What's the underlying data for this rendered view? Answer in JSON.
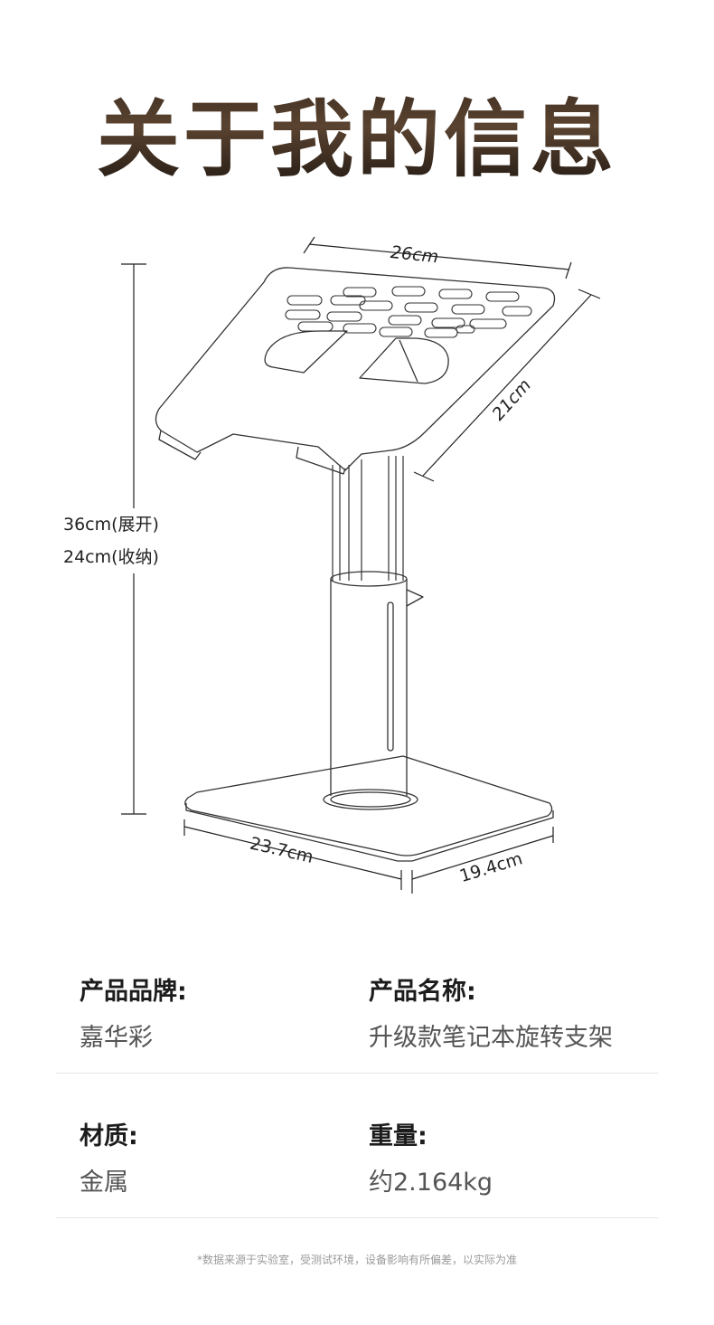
{
  "title": "关于我的信息",
  "dimensions": {
    "top_width": "26cm",
    "top_depth": "21cm",
    "height_expanded": "36cm(展开)",
    "height_collapsed": "24cm(收纳)",
    "base_width": "23.7cm",
    "base_depth": "19.4cm"
  },
  "specs": {
    "brand_label": "产品品牌:",
    "brand_value": "嘉华彩",
    "name_label": "产品名称:",
    "name_value": "升级款笔记本旋转支架",
    "material_label": "材质:",
    "material_value": "金属",
    "weight_label": "重量:",
    "weight_value": "约2.164kg"
  },
  "footnote": "*数据来源于实验室，受测试环境，设备影响有所偏差，以实际为准"
}
